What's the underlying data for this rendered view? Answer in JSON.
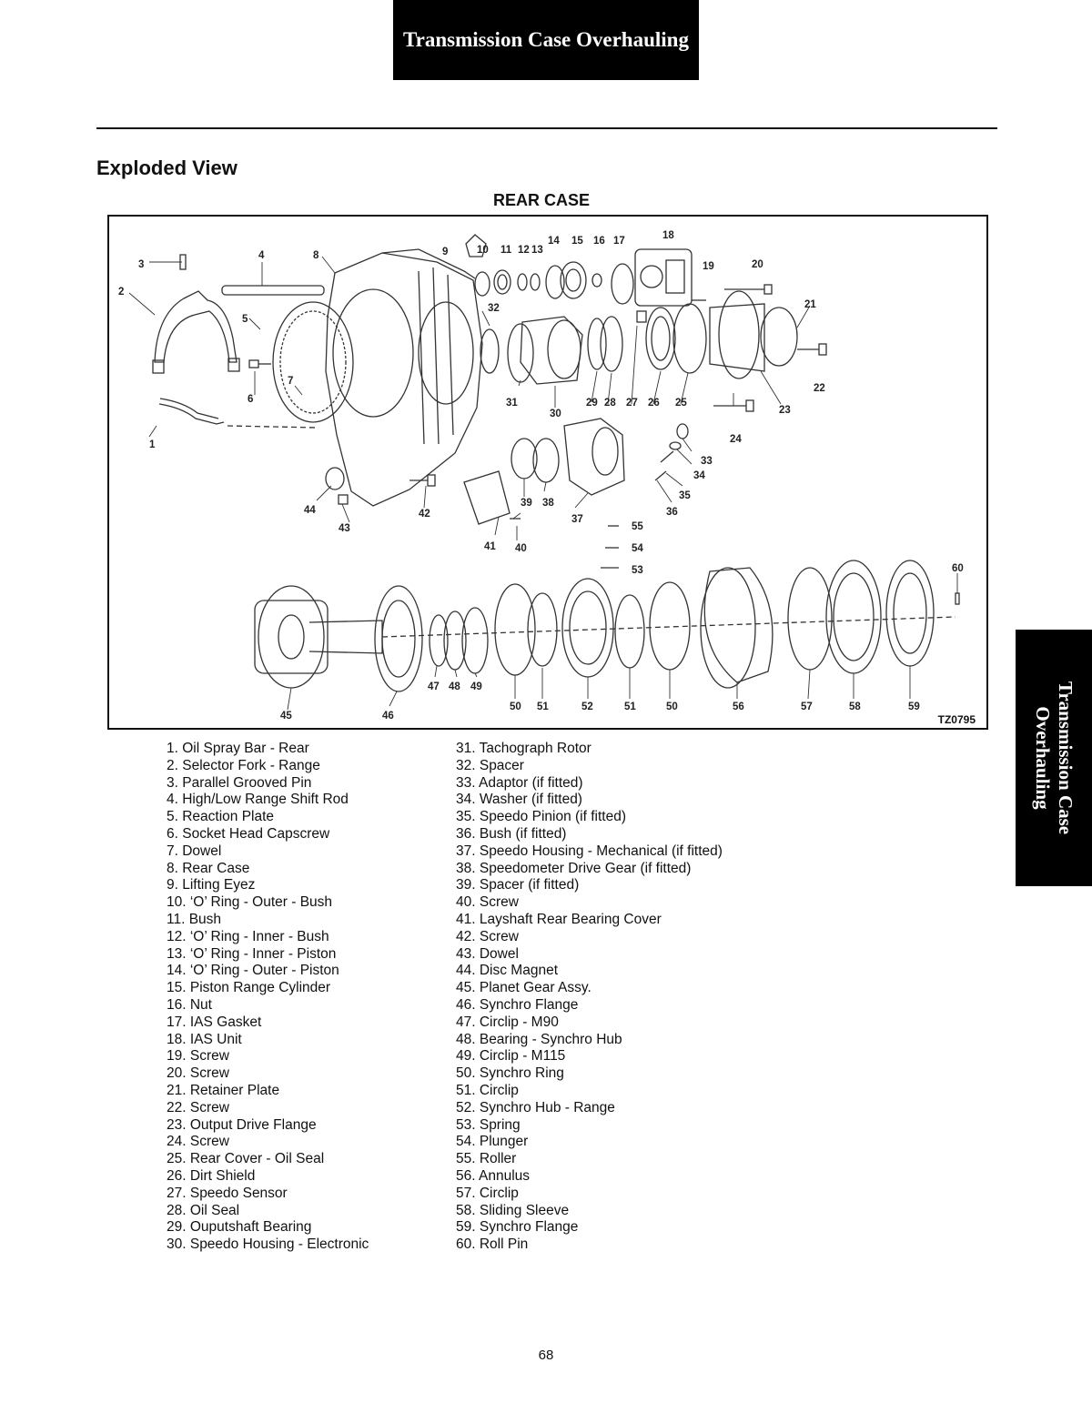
{
  "header": {
    "title": "Transmission Case Overhauling"
  },
  "section": {
    "title": "Exploded View"
  },
  "figure": {
    "title": "REAR CASE",
    "code": "TZ0795",
    "callouts": [
      "1",
      "2",
      "3",
      "4",
      "5",
      "6",
      "7",
      "8",
      "9",
      "10",
      "11",
      "12",
      "13",
      "14",
      "15",
      "16",
      "17",
      "18",
      "19",
      "20",
      "21",
      "22",
      "23",
      "24",
      "25",
      "26",
      "27",
      "28",
      "29",
      "30",
      "31",
      "32",
      "33",
      "34",
      "35",
      "36",
      "37",
      "38",
      "39",
      "40",
      "41",
      "42",
      "43",
      "44",
      "45",
      "46",
      "47",
      "48",
      "49",
      "50",
      "51",
      "52",
      "51",
      "50",
      "56",
      "57",
      "58",
      "59",
      "60",
      "53",
      "54",
      "55"
    ]
  },
  "side_tab": {
    "line1": "Transmission Case",
    "line2": "Overhauling"
  },
  "parts_left": [
    " 1. Oil Spray Bar - Rear",
    " 2. Selector Fork - Range",
    " 3. Parallel Grooved Pin",
    " 4. High/Low Range Shift Rod",
    " 5. Reaction Plate",
    " 6. Socket Head Capscrew",
    " 7. Dowel",
    " 8. Rear Case",
    " 9. Lifting Eyez",
    "10. ‘O’ Ring - Outer - Bush",
    "11. Bush",
    "12. ‘O’ Ring - Inner - Bush",
    "13. ‘O’ Ring - Inner - Piston",
    "14. ‘O’ Ring - Outer - Piston",
    "15. Piston Range Cylinder",
    "16. Nut",
    "17. IAS Gasket",
    "18. IAS Unit",
    "19. Screw",
    "20. Screw",
    "21. Retainer Plate",
    "22. Screw",
    "23. Output Drive Flange",
    "24. Screw",
    "25. Rear Cover - Oil Seal",
    "26. Dirt Shield",
    "27. Speedo Sensor",
    "28. Oil Seal",
    "29. Ouputshaft Bearing",
    "30. Speedo Housing - Electronic"
  ],
  "parts_right": [
    "31. Tachograph Rotor",
    "32. Spacer",
    "33. Adaptor (if fitted)",
    "34. Washer (if fitted)",
    "35. Speedo Pinion (if fitted)",
    "36. Bush (if fitted)",
    "37. Speedo Housing - Mechanical (if fitted)",
    "38. Speedometer Drive Gear (if fitted)",
    "39. Spacer (if fitted)",
    "40. Screw",
    "41. Layshaft Rear Bearing Cover",
    "42. Screw",
    "43. Dowel",
    "44. Disc Magnet",
    "45. Planet Gear Assy.",
    "46. Synchro Flange",
    "47. Circlip - M90",
    "48. Bearing - Synchro Hub",
    "49. Circlip - M115",
    "50. Synchro Ring",
    "51. Circlip",
    "52. Synchro Hub - Range",
    "53. Spring",
    "54. Plunger",
    "55. Roller",
    "56. Annulus",
    "57. Circlip",
    "58. Sliding Sleeve",
    "59. Synchro Flange",
    "60. Roll Pin"
  ],
  "page": {
    "number": "68"
  }
}
